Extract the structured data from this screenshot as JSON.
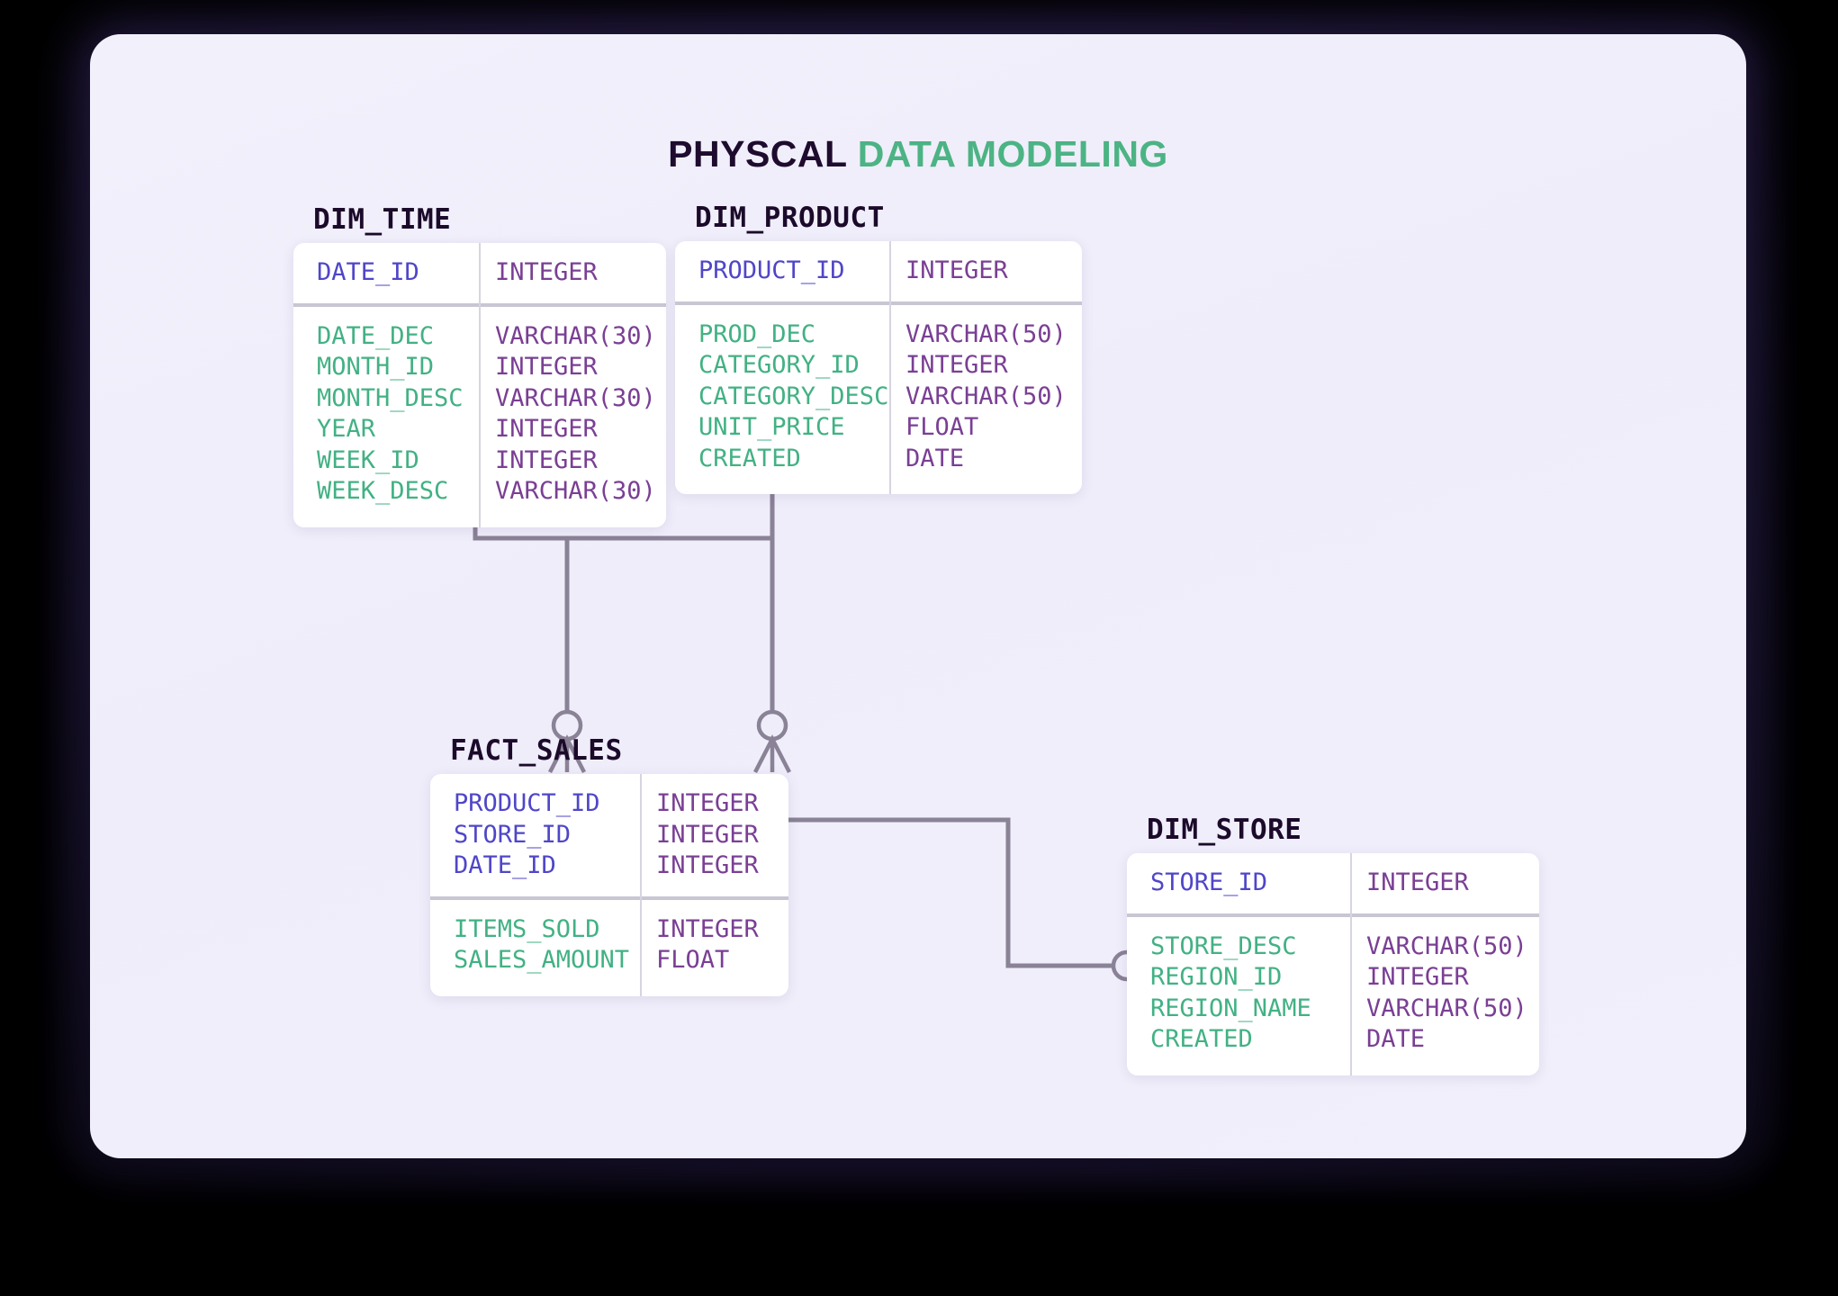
{
  "title": {
    "part1": "PHYSCAL",
    "part2": "DATA MODELING"
  },
  "colors": {
    "canvas": "#f1effb",
    "pk_text": "#4f46c8",
    "attr_text": "#42b184",
    "type_text": "#7a3f94",
    "title_dark": "#1e0b2e",
    "title_accent": "#4cb384",
    "connector": "#8a8296",
    "table_bg": "#ffffff"
  },
  "entities": {
    "dim_time": {
      "name": "DIM_TIME",
      "keys": [
        {
          "column": "DATE_ID",
          "type": "INTEGER"
        }
      ],
      "attributes": [
        {
          "column": "DATE_DEC",
          "type": "VARCHAR(30)"
        },
        {
          "column": "MONTH_ID",
          "type": "INTEGER"
        },
        {
          "column": "MONTH_DESC",
          "type": "VARCHAR(30)"
        },
        {
          "column": "YEAR",
          "type": "INTEGER"
        },
        {
          "column": "WEEK_ID",
          "type": "INTEGER"
        },
        {
          "column": "WEEK_DESC",
          "type": "VARCHAR(30)"
        }
      ]
    },
    "dim_product": {
      "name": "DIM_PRODUCT",
      "keys": [
        {
          "column": "PRODUCT_ID",
          "type": "INTEGER"
        }
      ],
      "attributes": [
        {
          "column": "PROD_DEC",
          "type": "VARCHAR(50)"
        },
        {
          "column": "CATEGORY_ID",
          "type": "INTEGER"
        },
        {
          "column": "CATEGORY_DESC",
          "type": "VARCHAR(50)"
        },
        {
          "column": "UNIT_PRICE",
          "type": "FLOAT"
        },
        {
          "column": "CREATED",
          "type": "DATE"
        }
      ]
    },
    "fact_sales": {
      "name": "FACT_SALES",
      "keys": [
        {
          "column": "PRODUCT_ID",
          "type": "INTEGER"
        },
        {
          "column": "STORE_ID",
          "type": "INTEGER"
        },
        {
          "column": "DATE_ID",
          "type": "INTEGER"
        }
      ],
      "attributes": [
        {
          "column": "ITEMS_SOLD",
          "type": "INTEGER"
        },
        {
          "column": "SALES_AMOUNT",
          "type": "FLOAT"
        }
      ]
    },
    "dim_store": {
      "name": "DIM_STORE",
      "keys": [
        {
          "column": "STORE_ID",
          "type": "INTEGER"
        }
      ],
      "attributes": [
        {
          "column": "STORE_DESC",
          "type": "VARCHAR(50)"
        },
        {
          "column": "REGION_ID",
          "type": "INTEGER"
        },
        {
          "column": "REGION_NAME",
          "type": "VARCHAR(50)"
        },
        {
          "column": "CREATED",
          "type": "DATE"
        }
      ]
    }
  },
  "relationships": [
    {
      "from": "DIM_TIME",
      "to": "FACT_SALES",
      "from_cardinality": "one",
      "to_cardinality": "zero-or-many"
    },
    {
      "from": "DIM_PRODUCT",
      "to": "FACT_SALES",
      "from_cardinality": "zero-or-many",
      "to_cardinality": "zero-or-many"
    },
    {
      "from": "FACT_SALES",
      "to": "DIM_STORE",
      "from_cardinality": "zero-or-many",
      "to_cardinality": "zero-or-many"
    }
  ]
}
